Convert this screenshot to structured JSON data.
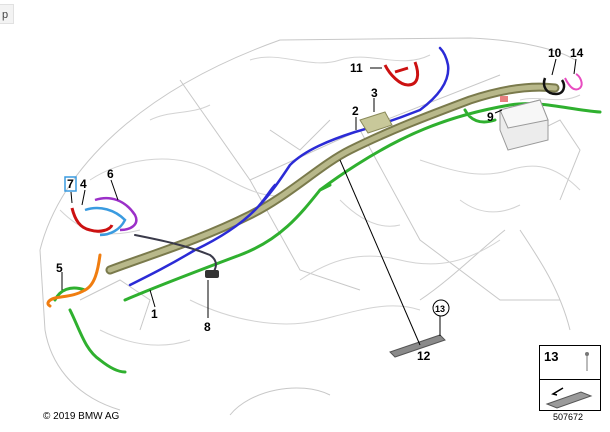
{
  "corner_tab": "p",
  "copyright": "© 2019 BMW AG",
  "reference_number": "507672",
  "legend": {
    "number": "13"
  },
  "labels": {
    "l1": "1",
    "l2": "2",
    "l3": "3",
    "l4": "4",
    "l5": "5",
    "l6": "6",
    "l7": "7",
    "l8": "8",
    "l9": "9",
    "l10": "10",
    "l11": "11",
    "l12": "12",
    "l13": "13",
    "l14": "14"
  },
  "colors": {
    "green": "#2fb02f",
    "blue": "#2b2bd6",
    "olive": "#9a9a6a",
    "red": "#cc1111",
    "orange": "#f07d10",
    "purple": "#9b30c8",
    "light_blue": "#3a9be0",
    "pink": "#e84cc0",
    "black": "#111111"
  }
}
